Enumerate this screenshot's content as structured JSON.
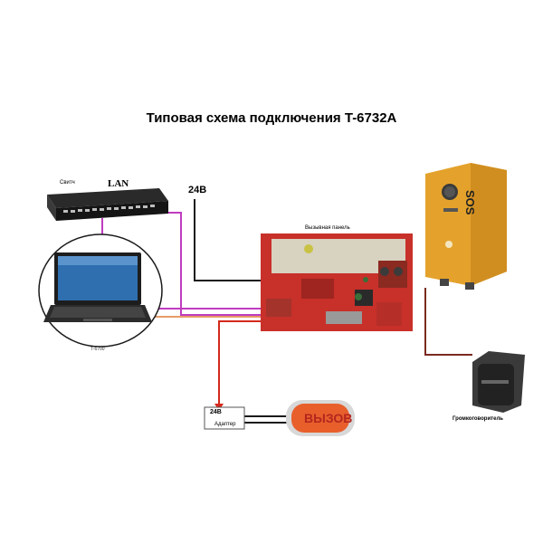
{
  "title": "Типовая схема подключения T-6732A",
  "labels": {
    "switch": "Свитч",
    "lan": "LAN",
    "power_24v_top": "24В",
    "call_panel": "Вызывная панель",
    "laptop_model": "T-6700",
    "power_24v_bottom": "24В",
    "adapter": "Адаптер",
    "call_sign": "ВЫЗОВ",
    "speaker": "Громкоговоритель",
    "sos": "SOS"
  },
  "colors": {
    "lan_cable": "#c03cc0",
    "power_cable": "#1a1a1a",
    "signal_cable_red": "#d42a1c",
    "signal_cable_orange": "#e07a36",
    "speaker_cable": "#7a2a20",
    "panel_board": "#c8302a",
    "device_housing": "#e4a22c"
  },
  "icons": [
    "network-switch-icon",
    "laptop-icon",
    "circuit-board-icon",
    "intercom-icon",
    "speaker-icon",
    "call-sign-icon",
    "power-adapter-icon"
  ]
}
